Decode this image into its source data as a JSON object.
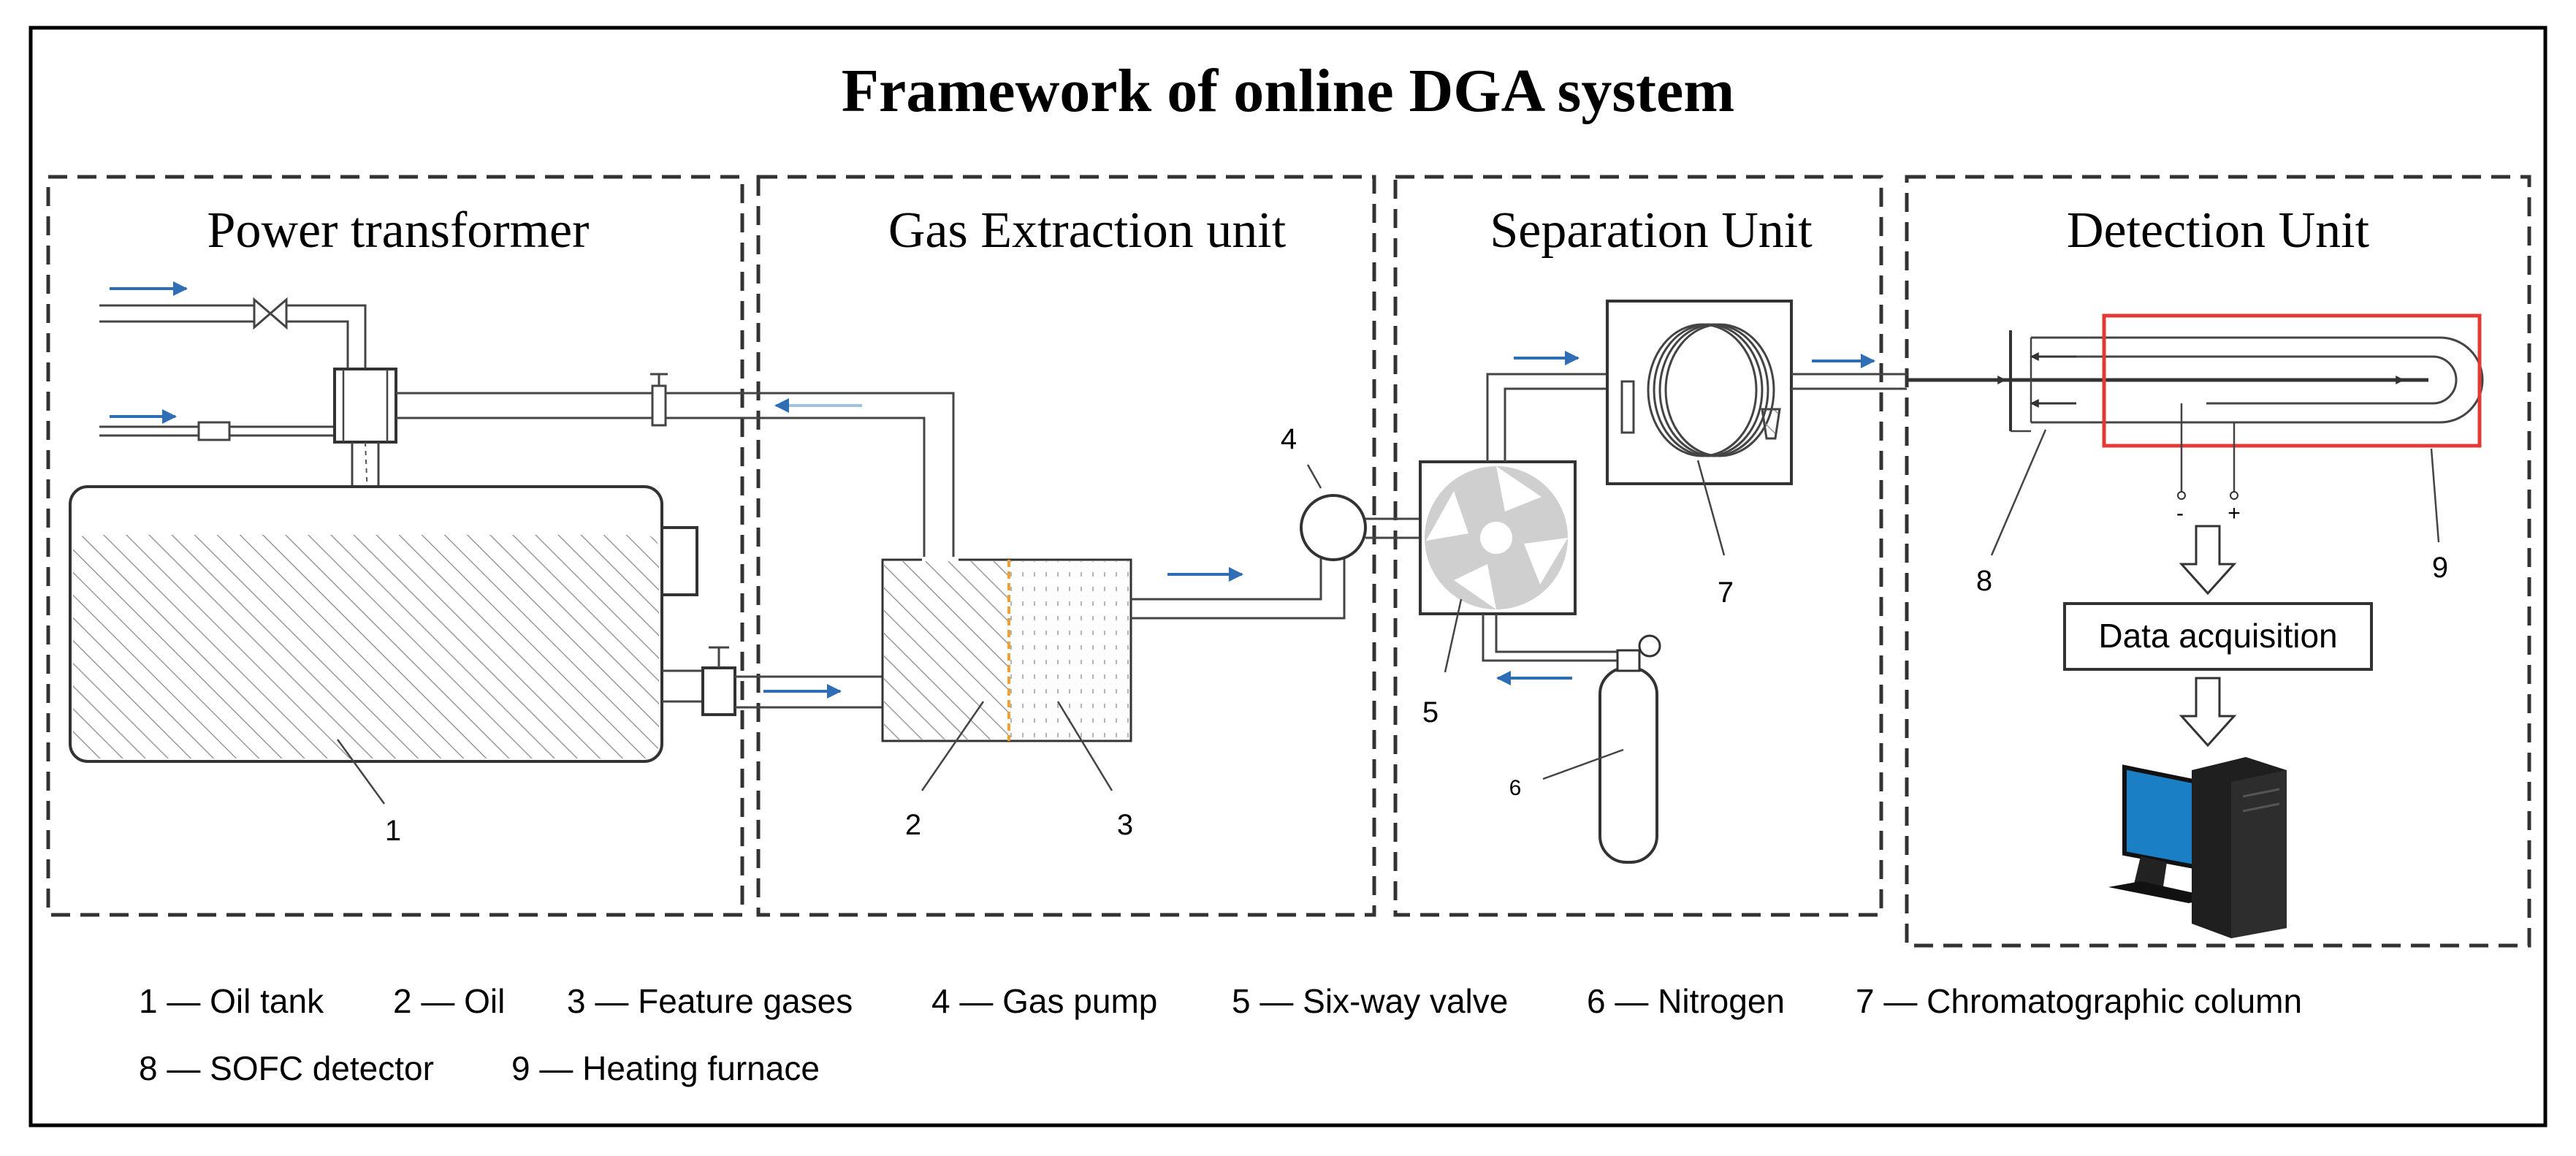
{
  "title": "Framework of online DGA system",
  "panels": {
    "power_transformer": "Power transformer",
    "gas_extraction": "Gas Extraction unit",
    "separation": "Separation Unit",
    "detection": "Detection Unit"
  },
  "component_numbers": {
    "oil_tank": "1",
    "oil": "2",
    "feature_gases": "3",
    "gas_pump": "4",
    "six_way_valve": "5",
    "nitrogen": "6",
    "chromatographic_column": "7",
    "sofc_detector": "8",
    "heating_furnace": "9"
  },
  "electrode_labels": {
    "minus": "-",
    "plus": "+"
  },
  "data_acquisition_label": "Data acquisition",
  "legend": {
    "row1": [
      "1 — Oil tank",
      "2 — Oil",
      "3 — Feature gases",
      "4 — Gas pump",
      "5 — Six-way valve",
      "6 — Nitrogen",
      "7 — Chromatographic column"
    ],
    "row2": [
      "8 — SOFC detector",
      "9 — Heating furnace"
    ]
  },
  "colors": {
    "flow_arrow": "#2f6db5",
    "furnace_highlight": "#e53935",
    "oil_gas_interface": "#f0a030",
    "monitor_screen": "#1a7fc4"
  },
  "icons": {
    "monitor": "desktop-monitor-icon",
    "tower": "pc-tower-icon",
    "valve": "six-way-valve-icon",
    "cylinder": "gas-cylinder-icon"
  }
}
